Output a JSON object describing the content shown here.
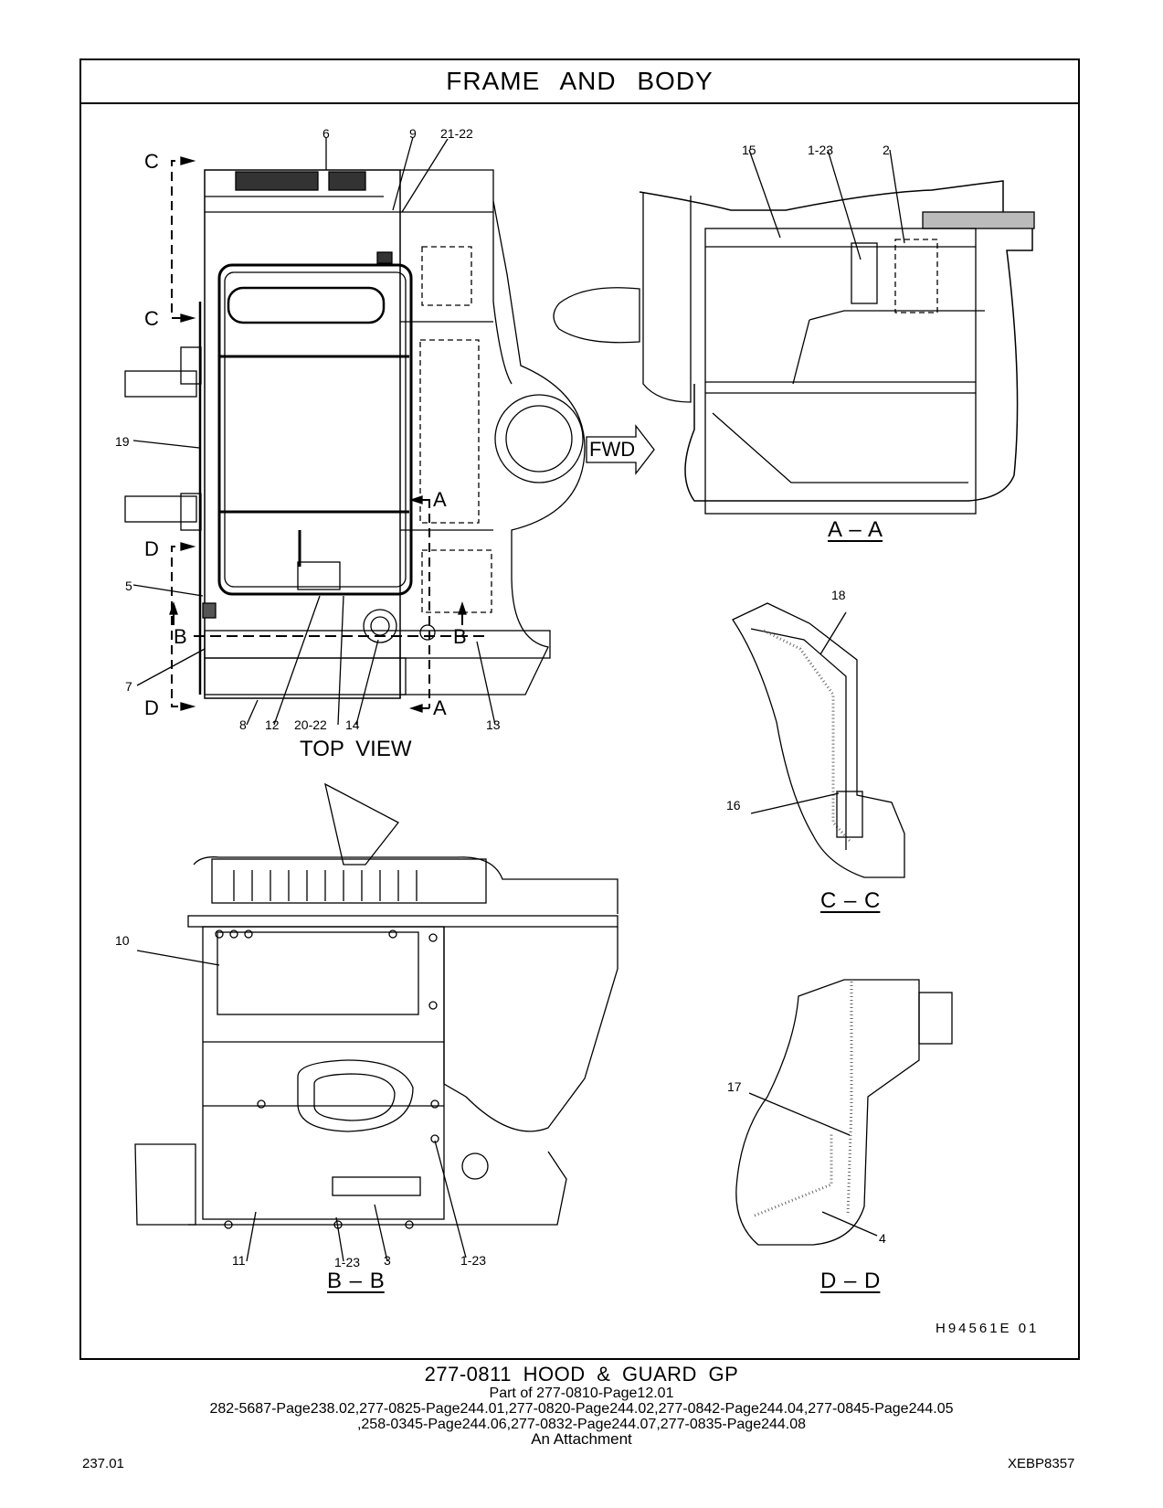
{
  "header": {
    "title": "FRAME AND BODY"
  },
  "views": {
    "top_view": "TOP VIEW",
    "section_aa": "A – A",
    "section_bb": "B – B",
    "section_cc": "C – C",
    "section_dd": "D – D"
  },
  "section_markers": {
    "a": "A",
    "b": "B",
    "c": "C",
    "d": "D"
  },
  "fwd_label": "FWD",
  "callouts": {
    "c6": "6",
    "c9": "9",
    "c21_22": "21-22",
    "c19": "19",
    "c5": "5",
    "c7": "7",
    "c8": "8",
    "c12": "12",
    "c20_22": "20-22",
    "c14": "14",
    "c13": "13",
    "c15": "15",
    "c1_23_aa": "1-23",
    "c2": "2",
    "c18": "18",
    "c16": "16",
    "c17": "17",
    "c4": "4",
    "c10": "10",
    "c11": "11",
    "c1_23_bb": "1-23",
    "c3": "3",
    "c1_23_bb_right": "1-23"
  },
  "illustration_number": "H94561E 01",
  "footer": {
    "title": "277-0811 HOOD & GUARD GP",
    "part_of": "Part of 277-0810-Page12.01",
    "refs_line1": "282-5687-Page238.02,277-0825-Page244.01,277-0820-Page244.02,277-0842-Page244.04,277-0845-Page244.05",
    "refs_line2": ",258-0345-Page244.06,277-0832-Page244.07,277-0835-Page244.08",
    "attachment": "An Attachment",
    "page_number": "237.01",
    "doc_id": "XEBP8357"
  }
}
